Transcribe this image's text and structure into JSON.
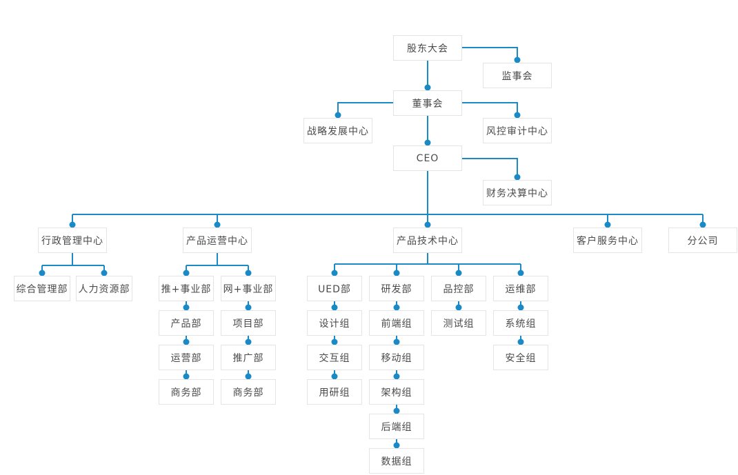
{
  "page": {
    "background_color": "#ffffff",
    "accent_color": "#1a8ac6",
    "node_border_color": "#e4e4e4",
    "node_text_color": "#4a4a4a"
  },
  "diagram": {
    "type": "org-chart",
    "nodes": {
      "shareholders_meeting": "股东大会",
      "supervisory_board": "监事会",
      "board_of_directors": "董事会",
      "strategy_dev_center": "战略发展中心",
      "risk_audit_center": "风控审计中心",
      "ceo": "CEO",
      "finance_settlement_center": "财务决算中心",
      "admin_center": "行政管理中心",
      "general_mgmt_dept": "综合管理部",
      "hr_dept": "人力资源部",
      "product_ops_center": "产品运营中心",
      "tui_business_unit": "推+事业部",
      "product_dept": "产品部",
      "operations_dept": "运营部",
      "tui_commerce_dept": "商务部",
      "wang_business_unit": "网+事业部",
      "project_dept": "项目部",
      "promotion_dept": "推广部",
      "wang_commerce_dept": "商务部",
      "product_tech_center": "产品技术中心",
      "ued_dept": "UED部",
      "design_group": "设计组",
      "interaction_group": "交互组",
      "user_research_group": "用研组",
      "rd_dept": "研发部",
      "frontend_group": "前端组",
      "mobile_group": "移动组",
      "architecture_group": "架构组",
      "backend_group": "后端组",
      "data_group": "数据组",
      "qa_dept": "品控部",
      "test_group": "测试组",
      "ops_dept": "运维部",
      "system_group": "系统组",
      "security_group": "安全组",
      "customer_service_center": "客户服务中心",
      "branch_company": "分公司"
    },
    "edges": [
      [
        "shareholders_meeting",
        "supervisory_board"
      ],
      [
        "shareholders_meeting",
        "board_of_directors"
      ],
      [
        "board_of_directors",
        "strategy_dev_center"
      ],
      [
        "board_of_directors",
        "risk_audit_center"
      ],
      [
        "board_of_directors",
        "ceo"
      ],
      [
        "ceo",
        "finance_settlement_center"
      ],
      [
        "ceo",
        "admin_center"
      ],
      [
        "ceo",
        "product_ops_center"
      ],
      [
        "ceo",
        "product_tech_center"
      ],
      [
        "ceo",
        "customer_service_center"
      ],
      [
        "ceo",
        "branch_company"
      ],
      [
        "admin_center",
        "general_mgmt_dept"
      ],
      [
        "admin_center",
        "hr_dept"
      ],
      [
        "product_ops_center",
        "tui_business_unit"
      ],
      [
        "product_ops_center",
        "wang_business_unit"
      ],
      [
        "tui_business_unit",
        "product_dept"
      ],
      [
        "product_dept",
        "operations_dept"
      ],
      [
        "operations_dept",
        "tui_commerce_dept"
      ],
      [
        "wang_business_unit",
        "project_dept"
      ],
      [
        "project_dept",
        "promotion_dept"
      ],
      [
        "promotion_dept",
        "wang_commerce_dept"
      ],
      [
        "product_tech_center",
        "ued_dept"
      ],
      [
        "product_tech_center",
        "rd_dept"
      ],
      [
        "product_tech_center",
        "qa_dept"
      ],
      [
        "product_tech_center",
        "ops_dept"
      ],
      [
        "ued_dept",
        "design_group"
      ],
      [
        "design_group",
        "interaction_group"
      ],
      [
        "interaction_group",
        "user_research_group"
      ],
      [
        "rd_dept",
        "frontend_group"
      ],
      [
        "frontend_group",
        "mobile_group"
      ],
      [
        "mobile_group",
        "architecture_group"
      ],
      [
        "architecture_group",
        "backend_group"
      ],
      [
        "backend_group",
        "data_group"
      ],
      [
        "qa_dept",
        "test_group"
      ],
      [
        "ops_dept",
        "system_group"
      ],
      [
        "system_group",
        "security_group"
      ]
    ]
  }
}
